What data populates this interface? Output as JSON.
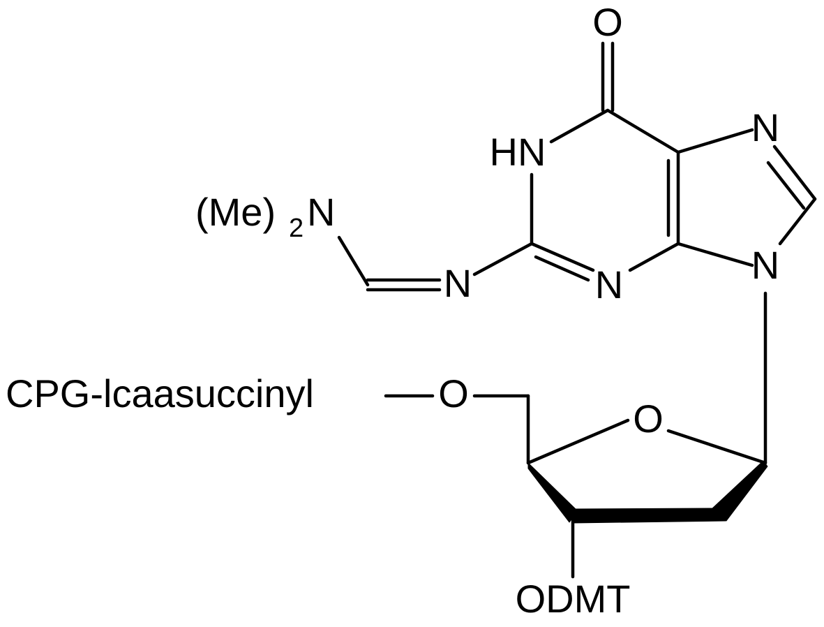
{
  "molecule": {
    "labels": {
      "carbonyl_o": "O",
      "n1": "HN",
      "n3": "N",
      "n7": "N",
      "n9": "N",
      "amidine_n": "N",
      "dimethylamino_prefix": "(Me)",
      "dimethylamino_subscript": "2",
      "dimethylamino_n": "N",
      "linker": "CPG-lcaasuccinyl",
      "linker_o": "O",
      "ring_o": "O",
      "protecting_group": "ODMT"
    }
  }
}
